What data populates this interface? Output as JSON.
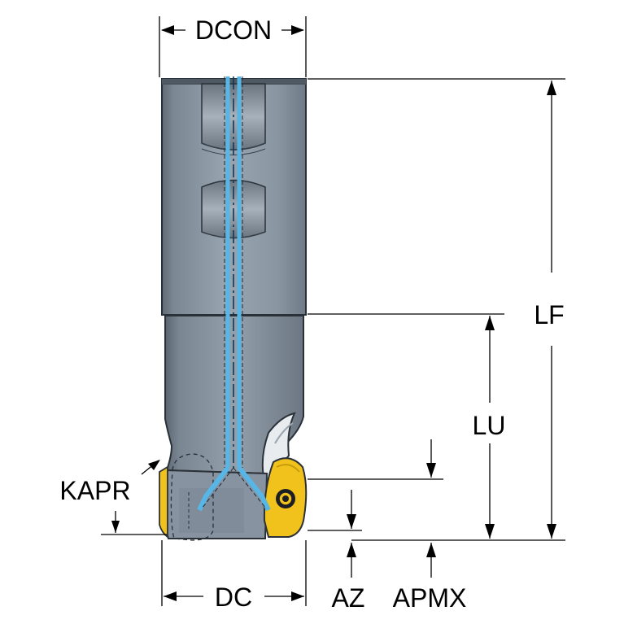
{
  "labels": {
    "dcon": "DCON",
    "lf": "LF",
    "lu": "LU",
    "kapr": "KAPR",
    "dc": "DC",
    "az": "AZ",
    "apmx": "APMX"
  },
  "colors": {
    "body": "#8c98a4",
    "body_dark": "#3f4852",
    "body_light": "#b4bec8",
    "insert": "#f1c21b",
    "coolant": "#58b6e6",
    "line": "#000000"
  }
}
